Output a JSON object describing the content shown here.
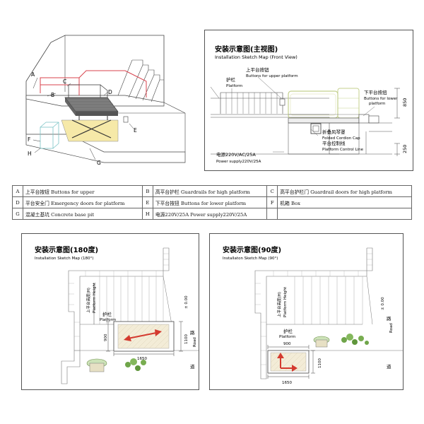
{
  "iso": {
    "callouts": {
      "A": "A",
      "B": "B",
      "C": "C",
      "D": "D",
      "E": "E",
      "F": "F",
      "G": "G",
      "H": "H"
    }
  },
  "front": {
    "title": "安装示意图(主视图)",
    "subtitle": "Installation Sketch Map (Front View)",
    "upper_btn_cn": "上平台按钮",
    "upper_btn_en": "Buttons for upper platform",
    "guard_cn": "护栏",
    "guard_en": "Platform",
    "lower_btn_cn": "下平台按扭",
    "lower_btn_en1": "Buttons for lower",
    "lower_btn_en2": "platform",
    "fold_cn": "折叠风琴罩",
    "fold_en": "Folded Cordion Cap",
    "ctrl_cn": "平台控制线",
    "ctrl_en": "Platform Control Line",
    "power_cn": "电源220V/AC/25A",
    "power_en": "Power supply220V/25A",
    "dim_850": "850",
    "dim_250": "250"
  },
  "legend": {
    "rows": [
      [
        {
          "k": "A",
          "v": "上平台按钮  Buttons for upper"
        },
        {
          "k": "B",
          "v": "高平台护栏  Guardrails for high platform"
        },
        {
          "k": "C",
          "v": "高平台护栏门  Guardrail doors for high platform"
        }
      ],
      [
        {
          "k": "D",
          "v": "平台安全门  Emergency doors for platform"
        },
        {
          "k": "E",
          "v": "下平台按扭  Buttons for lower platform"
        },
        {
          "k": "F",
          "v": "机箱  Box"
        }
      ],
      [
        {
          "k": "G",
          "v": "混凝土基坑  Concrete base pit"
        },
        {
          "k": "H",
          "v": "电源220V/25A  Power supply220V/25A"
        },
        {
          "k": "",
          "v": ""
        }
      ]
    ]
  },
  "view180": {
    "title": "安装示意图(180度)",
    "subtitle": "Installation Sketch Map (180°)",
    "height_cn": "上平台高度(H)",
    "height_en": "Platform Height",
    "guard_cn": "护栏",
    "guard_en": "Platform",
    "dim_900": "900",
    "dim_1650": "1650",
    "dim_1100": "1100",
    "road_cn1": "路",
    "road_cn2": "道",
    "road_en": "Road",
    "level": "± 0.00"
  },
  "view90": {
    "title": "安装示意图(90度)",
    "subtitle": "Installaton Sketch Map (90°)",
    "height_cn": "上平台高度(H)",
    "height_en": "Platform Height",
    "guard_cn": "护栏",
    "guard_en": "Platform",
    "dim_900": "900",
    "dim_1650": "1650",
    "dim_1100": "1100",
    "road_cn1": "路",
    "road_cn2": "道",
    "road_en": "Road",
    "level": "± 0.00"
  }
}
